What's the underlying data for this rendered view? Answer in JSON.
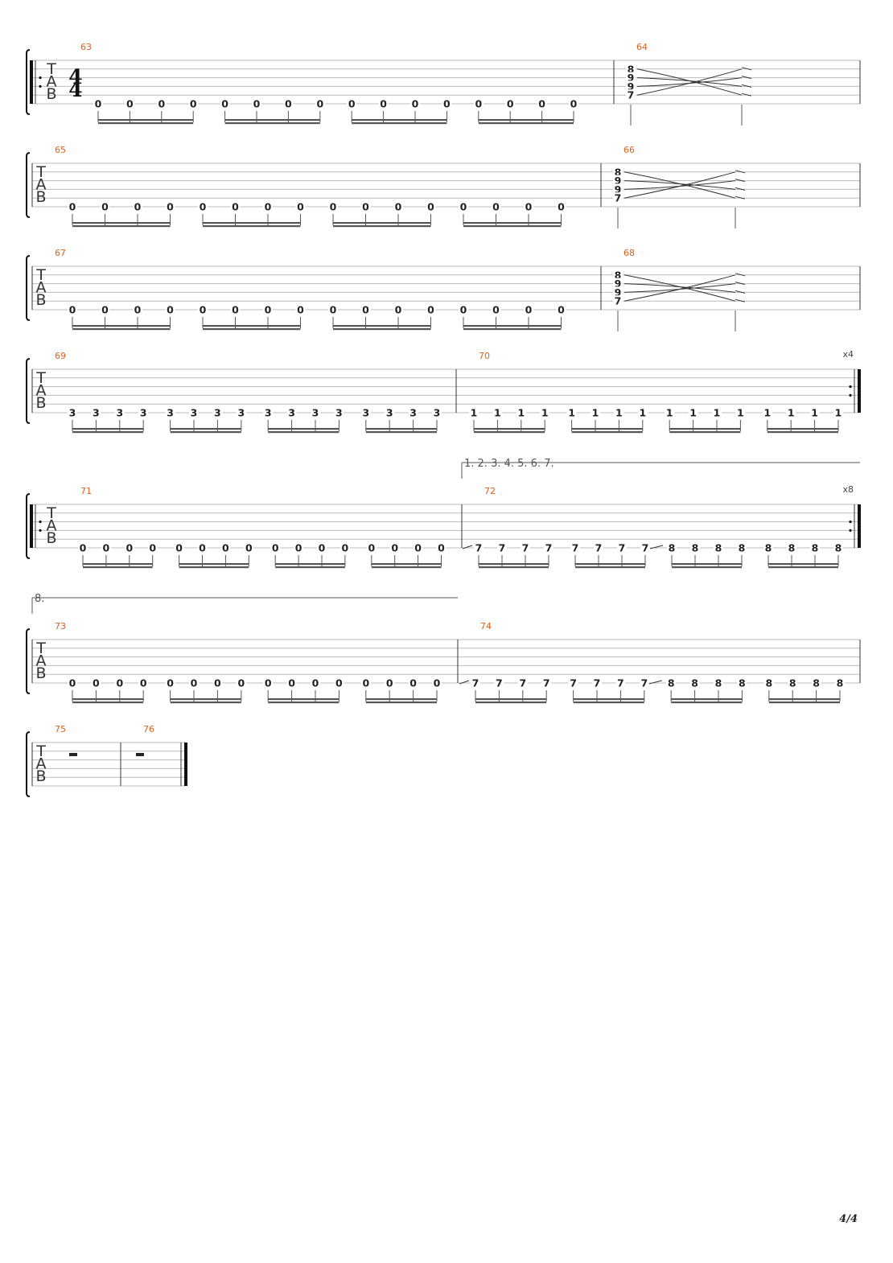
{
  "page": {
    "number": "4/4"
  },
  "staff_letters": [
    "T",
    "A",
    "B"
  ],
  "time_signature": {
    "top": "4",
    "bottom": "4"
  },
  "rows": [
    {
      "measures": [
        {
          "number": "63",
          "notes": [
            "0",
            "0",
            "0",
            "0",
            "0",
            "0",
            "0",
            "0",
            "0",
            "0",
            "0",
            "0",
            "0",
            "0",
            "0",
            "0"
          ],
          "string": 6
        },
        {
          "number": "64",
          "chord": [
            "8",
            "9",
            "9",
            "7"
          ],
          "swells": true
        }
      ],
      "start_repeat": true,
      "time_sig": true
    },
    {
      "measures": [
        {
          "number": "65",
          "notes": [
            "0",
            "0",
            "0",
            "0",
            "0",
            "0",
            "0",
            "0",
            "0",
            "0",
            "0",
            "0",
            "0",
            "0",
            "0",
            "0"
          ],
          "string": 6
        },
        {
          "number": "66",
          "chord": [
            "8",
            "9",
            "9",
            "7"
          ],
          "swells": true
        }
      ]
    },
    {
      "measures": [
        {
          "number": "67",
          "notes": [
            "0",
            "0",
            "0",
            "0",
            "0",
            "0",
            "0",
            "0",
            "0",
            "0",
            "0",
            "0",
            "0",
            "0",
            "0",
            "0"
          ],
          "string": 6
        },
        {
          "number": "68",
          "chord": [
            "8",
            "9",
            "9",
            "7"
          ],
          "swells": true
        }
      ]
    },
    {
      "measures": [
        {
          "number": "69",
          "notes": [
            "3",
            "3",
            "3",
            "3",
            "3",
            "3",
            "3",
            "3",
            "3",
            "3",
            "3",
            "3",
            "3",
            "3",
            "3",
            "3"
          ],
          "string": 6
        },
        {
          "number": "70",
          "notes": [
            "1",
            "1",
            "1",
            "1",
            "1",
            "1",
            "1",
            "1",
            "1",
            "1",
            "1",
            "1",
            "1",
            "1",
            "1",
            "1"
          ],
          "string": 6
        }
      ],
      "end_repeat": "x4"
    },
    {
      "measures": [
        {
          "number": "71",
          "notes": [
            "0",
            "0",
            "0",
            "0",
            "0",
            "0",
            "0",
            "0",
            "0",
            "0",
            "0",
            "0",
            "0",
            "0",
            "0",
            "0"
          ],
          "string": 6
        },
        {
          "number": "72",
          "notes": [
            "7",
            "7",
            "7",
            "7",
            "7",
            "7",
            "7",
            "7",
            "8",
            "8",
            "8",
            "8",
            "8",
            "8",
            "8",
            "8"
          ],
          "string": 6,
          "slides": true
        }
      ],
      "start_repeat": true,
      "end_repeat": "x8",
      "volta": "1. 2. 3. 4. 5. 6. 7."
    },
    {
      "measures": [
        {
          "number": "73",
          "notes": [
            "0",
            "0",
            "0",
            "0",
            "0",
            "0",
            "0",
            "0",
            "0",
            "0",
            "0",
            "0",
            "0",
            "0",
            "0",
            "0"
          ],
          "string": 6
        },
        {
          "number": "74",
          "notes": [
            "7",
            "7",
            "7",
            "7",
            "7",
            "7",
            "7",
            "7",
            "8",
            "8",
            "8",
            "8",
            "8",
            "8",
            "8",
            "8"
          ],
          "string": 6,
          "slides": true
        }
      ],
      "volta": "8."
    },
    {
      "measures": [
        {
          "number": "75",
          "rest": true
        },
        {
          "number": "76",
          "rest": true
        }
      ],
      "final_bar": true
    }
  ]
}
